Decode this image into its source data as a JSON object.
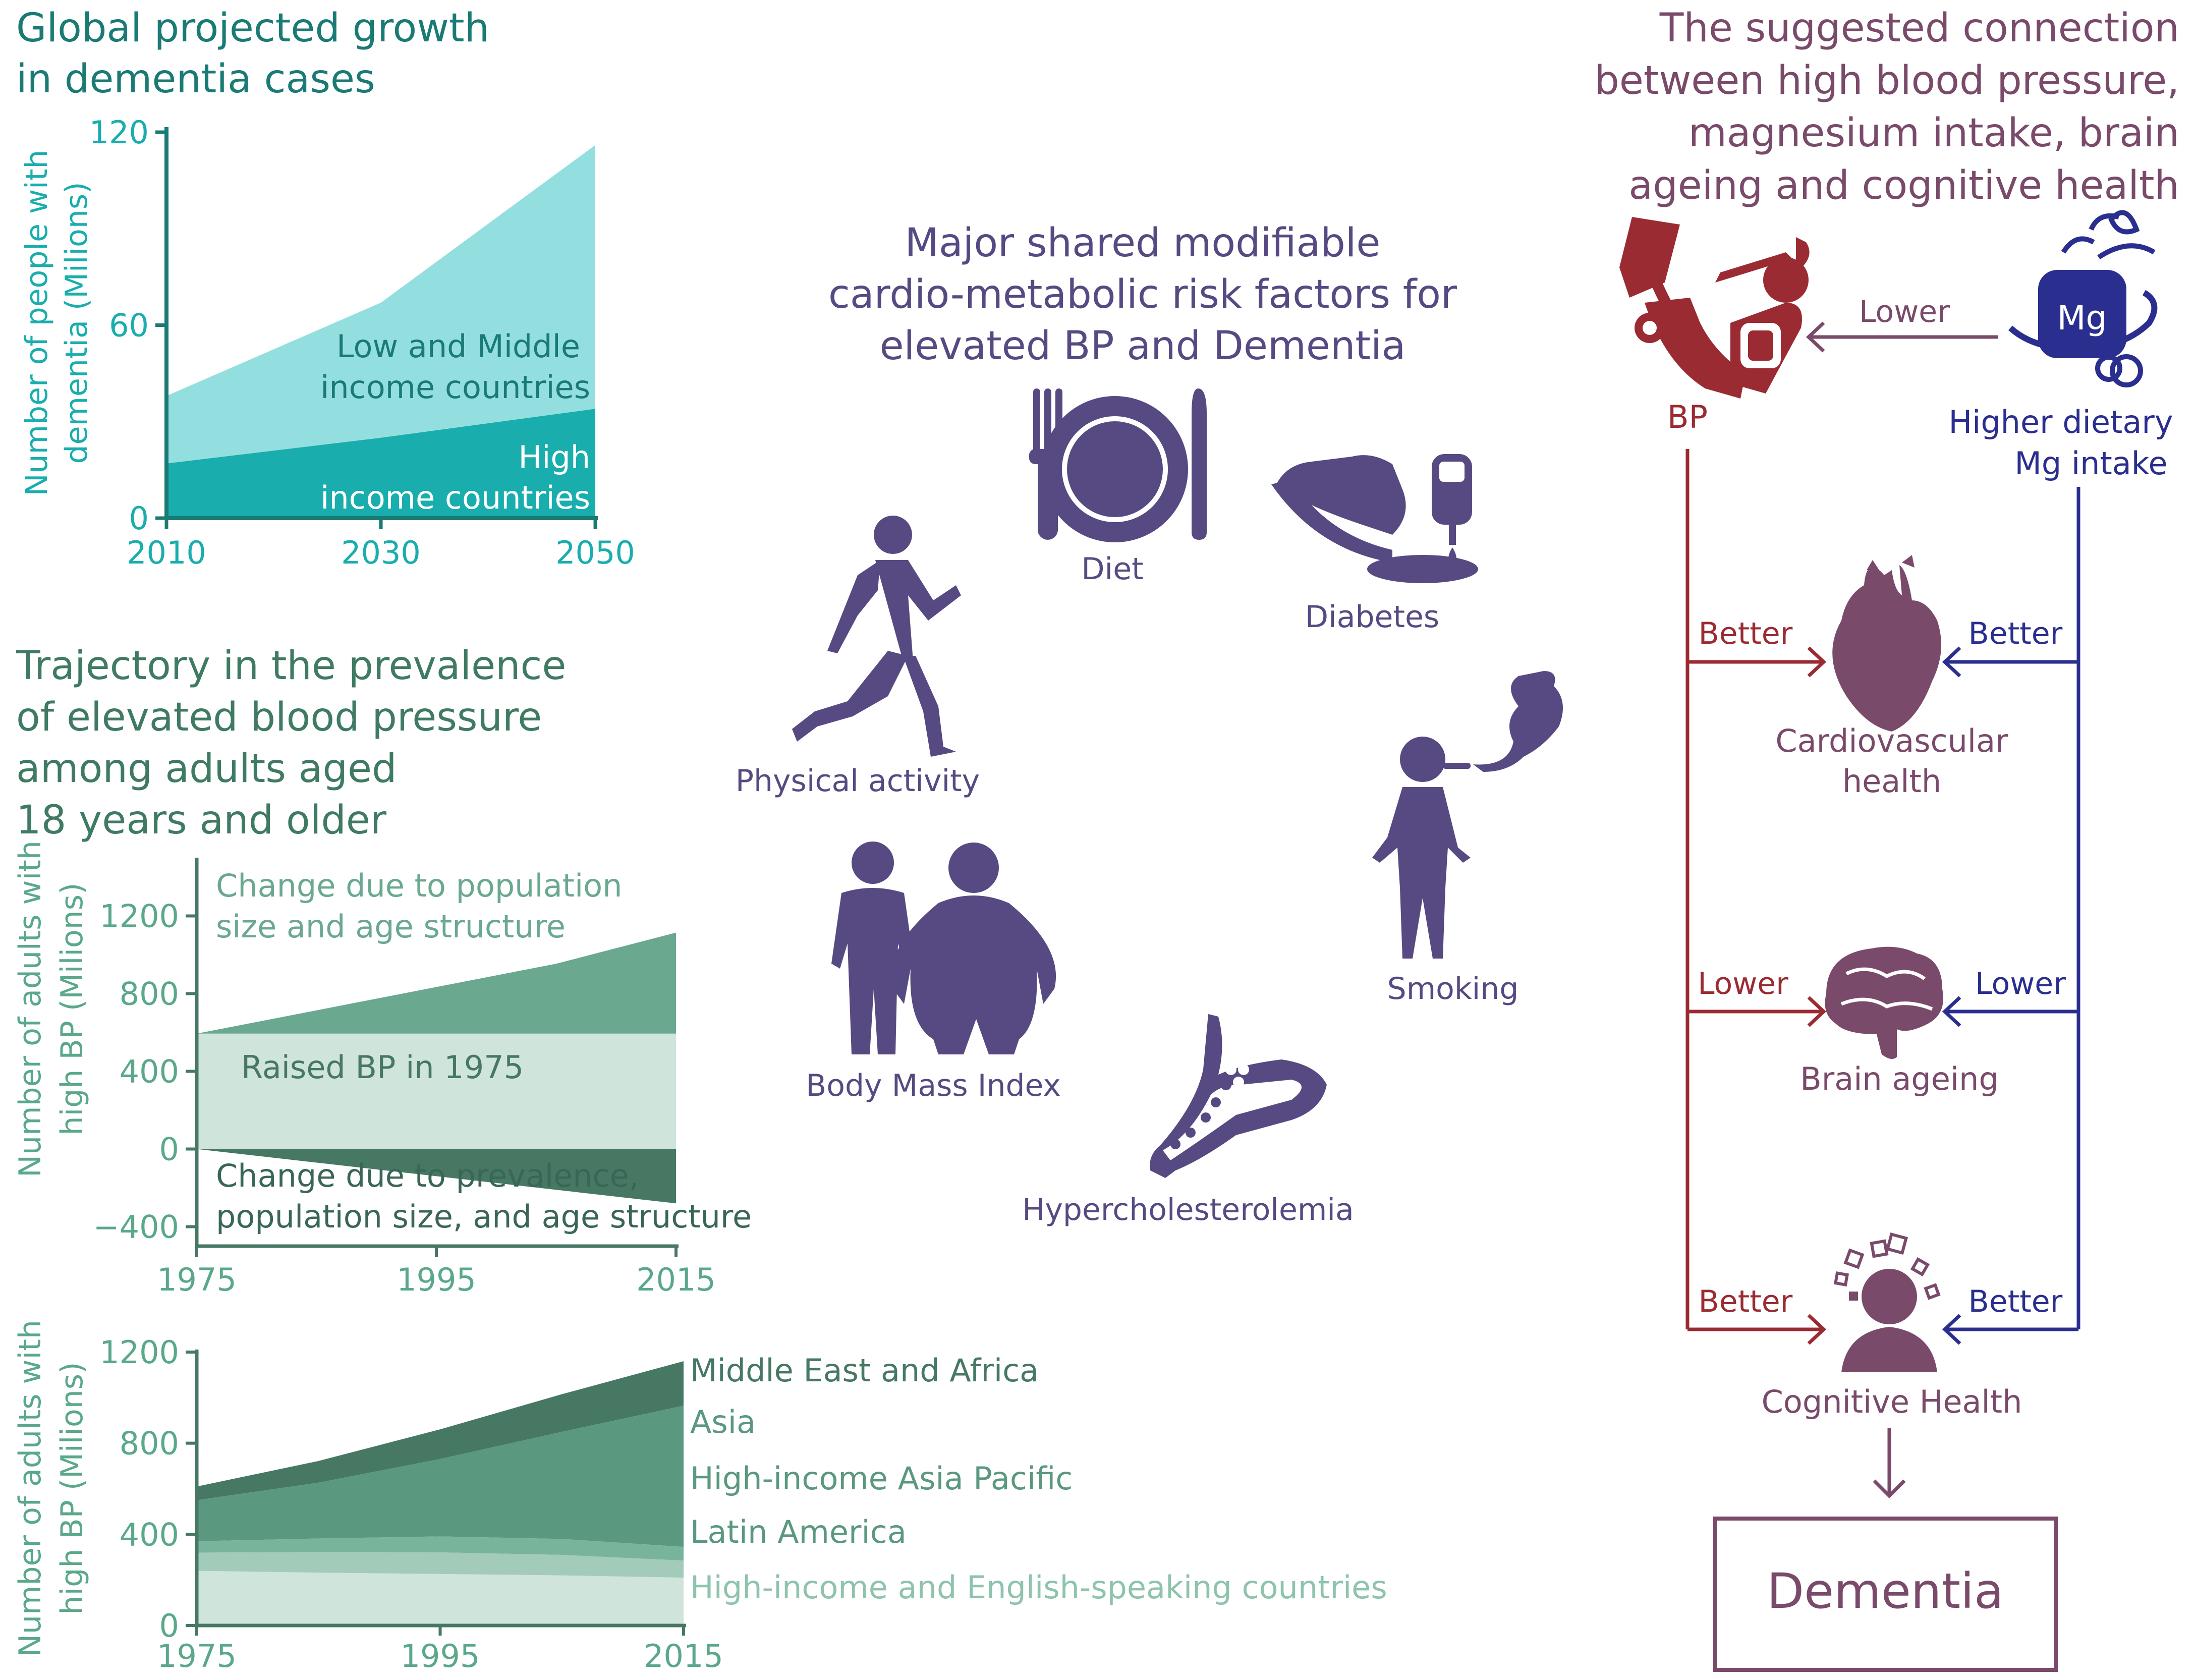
{
  "colors": {
    "teal_dark": "#1a7a74",
    "teal_mid": "#1aadad",
    "teal_light": "#93dfe0",
    "green_title": "#3f7a62",
    "green_axis": "#5aa88a",
    "green_dark": "#467864",
    "green_mid": "#6aa890",
    "green_light": "#cfe4db",
    "purple": "#574a82",
    "maroon": "#7a4a6a",
    "red": "#9a2b32",
    "navy": "#2a2e8e"
  },
  "chart1": {
    "title_line1": "Global projected growth",
    "title_line2": "in dementia cases",
    "ylabel_line1": "Number of people with",
    "ylabel_line2": "dementia (Milions)",
    "label_lmic_1": "Low and Middle",
    "label_lmic_2": "income countries",
    "label_hic_1": "High",
    "label_hic_2": "income countries"
  },
  "chart2": {
    "title_line1": "Trajectory in the prevalence",
    "title_line2": "of elevated blood pressure",
    "title_line3": "among adults aged",
    "title_line4": "18 years and older",
    "ylabel_line1": "Number of adults with",
    "ylabel_line2": "high BP (Milions)",
    "label_pop_1": "Change due to population",
    "label_pop_2": "size and age structure",
    "label_base": "Raised BP in 1975",
    "label_prev_1": "Change due to prevalence,",
    "label_prev_2": "population size, and age structure"
  },
  "chart3": {
    "ylabel_line1": "Number of adults with",
    "ylabel_line2": "high BP (Milions)"
  },
  "chart_data": [
    {
      "type": "area",
      "x": [
        2010,
        2030,
        2050
      ],
      "series": [
        {
          "name": "High income countries",
          "values": [
            17,
            25,
            34
          ]
        },
        {
          "name": "Low and Middle income countries",
          "values": [
            21,
            42,
            82
          ]
        }
      ],
      "xlim": [
        2010,
        2050
      ],
      "ylim": [
        0,
        120
      ],
      "xticks": [
        "2010",
        "2030",
        "2050"
      ],
      "yticks": [
        "0",
        "60",
        "120"
      ],
      "stacked": true
    },
    {
      "type": "area",
      "x": [
        1975,
        1985,
        1995,
        2005,
        2015
      ],
      "series": [
        {
          "name": "Raised BP in 1975",
          "values": [
            594,
            594,
            594,
            594,
            594
          ]
        },
        {
          "name": "Change due to population size and age structure",
          "values": [
            0,
            120,
            240,
            360,
            520
          ]
        },
        {
          "name": "Change due to prevalence, population size, and age structure",
          "values": [
            0,
            -70,
            -140,
            -210,
            -280
          ]
        }
      ],
      "xlim": [
        1975,
        2015
      ],
      "ylim": [
        -500,
        1500
      ],
      "xticks": [
        "1975",
        "1995",
        "2015"
      ],
      "yticks": [
        "−400",
        "0",
        "400",
        "800",
        "1200"
      ]
    },
    {
      "type": "area",
      "x": [
        1975,
        1985,
        1995,
        2005,
        2015
      ],
      "series": [
        {
          "name": "High-income and English-speaking countries",
          "values": [
            240,
            232,
            226,
            220,
            210
          ]
        },
        {
          "name": "Latin America",
          "values": [
            80,
            90,
            95,
            90,
            75
          ]
        },
        {
          "name": "High-income Asia Pacific",
          "values": [
            50,
            60,
            70,
            70,
            60
          ]
        },
        {
          "name": "Asia",
          "values": [
            180,
            245,
            340,
            470,
            620
          ]
        },
        {
          "name": "Middle East and Africa",
          "values": [
            60,
            95,
            130,
            165,
            195
          ]
        }
      ],
      "xlim": [
        1975,
        2015
      ],
      "ylim": [
        0,
        1200
      ],
      "xticks": [
        "1975",
        "1995",
        "2015"
      ],
      "yticks": [
        "0",
        "400",
        "800",
        "1200"
      ],
      "stacked": true
    }
  ],
  "center": {
    "title_line1": "Major shared modifiable",
    "title_line2": "cardio-metabolic risk factors for",
    "title_line3": "elevated BP and Dementia",
    "diet": "Diet",
    "diabetes": "Diabetes",
    "physical_activity": "Physical activity",
    "smoking": "Smoking",
    "bmi": "Body Mass Index",
    "hypercholesterolemia": "Hypercholesterolemia"
  },
  "right": {
    "title_line1": "The suggested connection",
    "title_line2": "between high blood pressure,",
    "title_line3": "magnesium intake, brain",
    "title_line4": "ageing and cognitive health",
    "bp": "BP",
    "mg_symbol": "Mg",
    "lower": "Lower",
    "mg_label_1": "Higher dietary",
    "mg_label_2": "Mg intake",
    "better_1": "Better",
    "better_2": "Better",
    "cardio_1": "Cardiovascular",
    "cardio_2": "health",
    "lower_brain_left": "Lower",
    "lower_brain_right": "Lower",
    "brain": "Brain ageing",
    "better_3": "Better",
    "better_4": "Better",
    "cognitive": "Cognitive Health",
    "dementia": "Dementia"
  }
}
